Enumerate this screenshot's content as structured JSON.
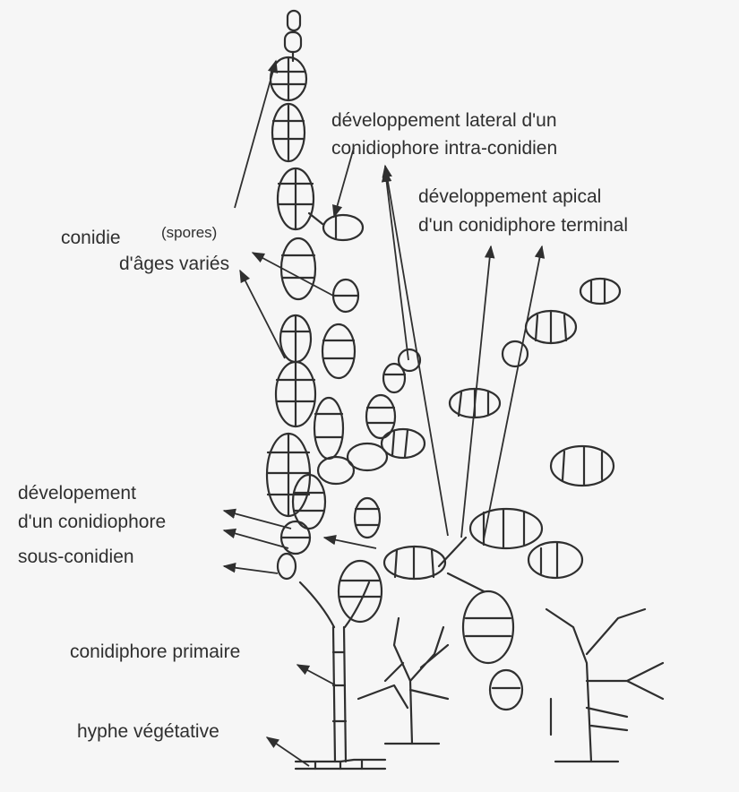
{
  "labels": {
    "lateral_line1": "développement lateral d'un",
    "lateral_line2": "conidiophore intra-conidien",
    "apical_line1": "développement apical",
    "apical_line2": "d'un conidiphore terminal",
    "conidie": "conidie",
    "spores": "(spores)",
    "ages": "d'âges variés",
    "devel_line1": "dévelopement",
    "devel_line2": "d'un conidiophore",
    "devel_line3": "sous-conidien",
    "primaire": "conidiphore primaire",
    "hyphe": "hyphe végétative"
  },
  "colors": {
    "ink": "#2f2f2f",
    "background": "#f6f6f6"
  }
}
